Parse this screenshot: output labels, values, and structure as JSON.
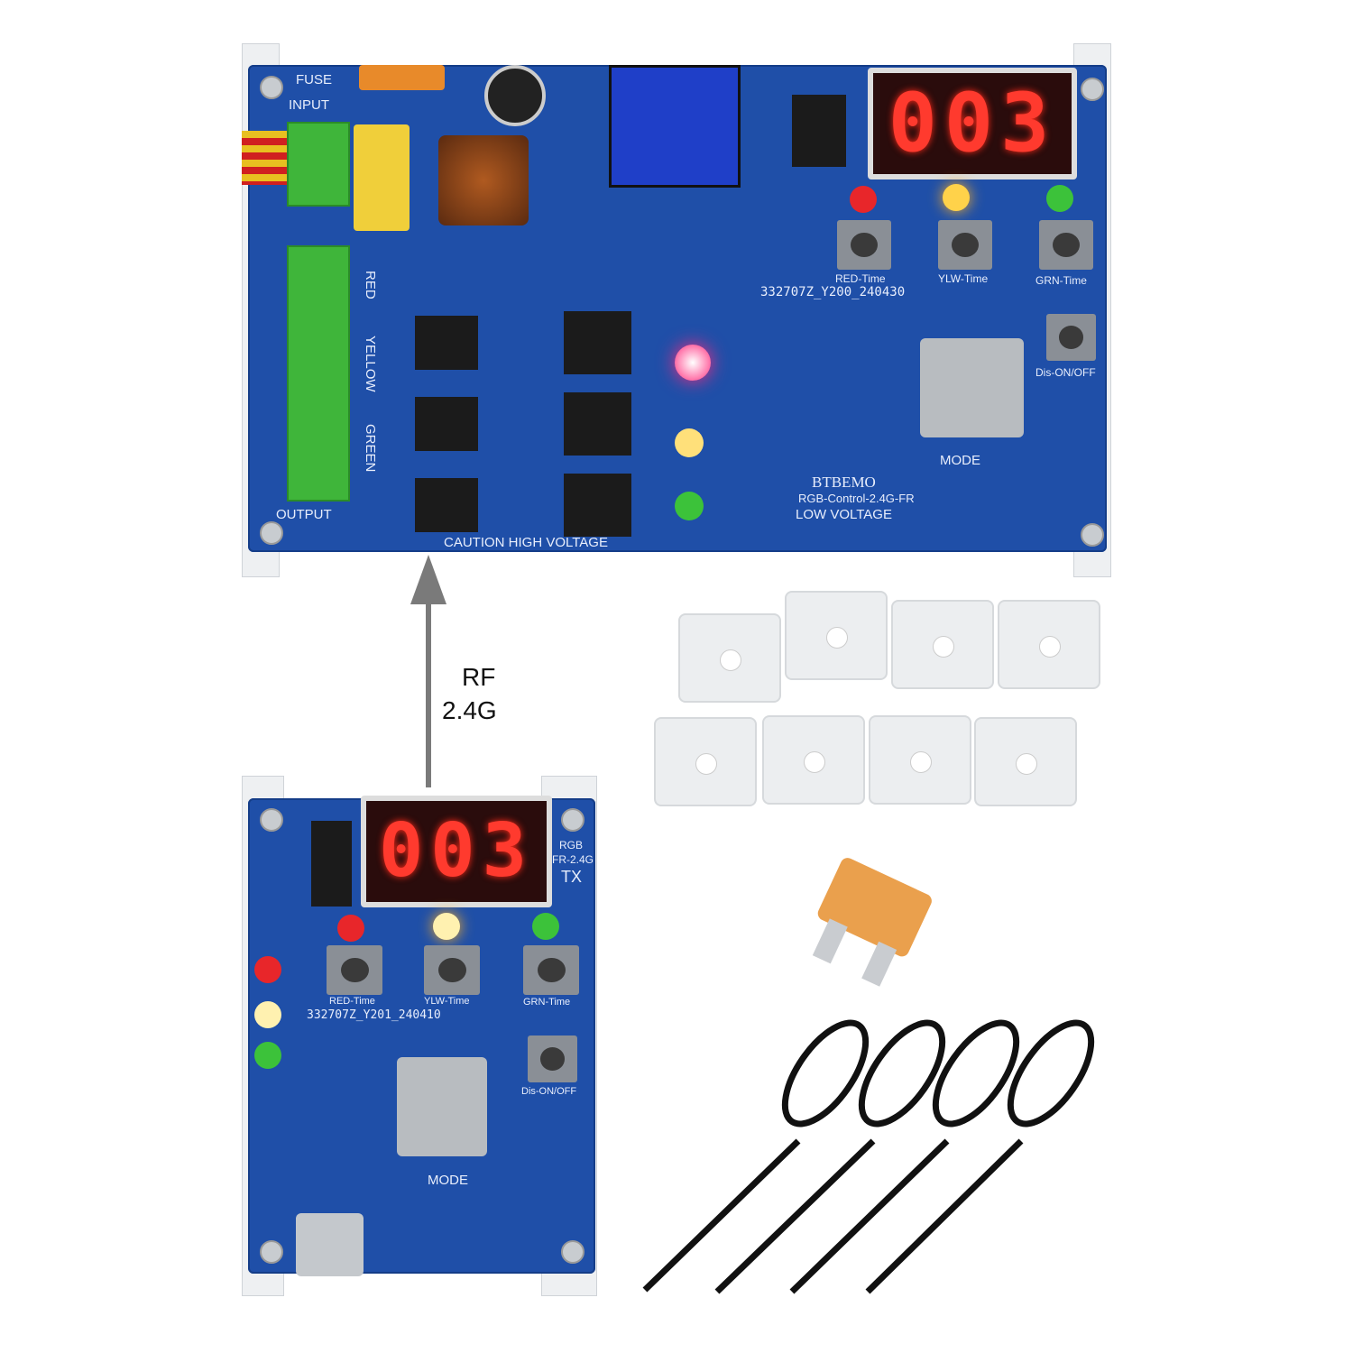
{
  "annotation": {
    "rf_line1": "RF",
    "rf_line2": "2.4G"
  },
  "receiver_board": {
    "display": "003",
    "labels": {
      "fuse": "FUSE",
      "input": "INPUT",
      "output": "OUTPUT",
      "red": "RED",
      "yellow": "YELLOW",
      "green": "GREEN",
      "caution": "CAUTION HIGH VOLTAGE",
      "brand": "BTBEMO",
      "model": "RGB-Control-2.4G-FR",
      "low_voltage": "LOW VOLTAGE",
      "serial": "332707Z_Y200_240430",
      "red_time": "RED-Time",
      "ylw_time": "YLW-Time",
      "grn_time": "GRN-Time",
      "dis_on_off": "Dis-ON/OFF",
      "mode": "MODE"
    }
  },
  "transmitter_board": {
    "display": "003",
    "labels": {
      "rgb": "RGB",
      "fr": "FR-2.4G",
      "tx": "TX",
      "serial": "332707Z_Y201_240410",
      "red_time": "RED-Time",
      "ylw_time": "YLW-Time",
      "grn_time": "GRN-Time",
      "dis_on_off": "Dis-ON/OFF",
      "mode": "MODE"
    }
  },
  "colors": {
    "pcb": "#1f4fa8",
    "led_red": "#e8262a",
    "led_yellow": "#ffd24a",
    "led_green": "#3cc23a",
    "display": "#ff3a2e"
  }
}
